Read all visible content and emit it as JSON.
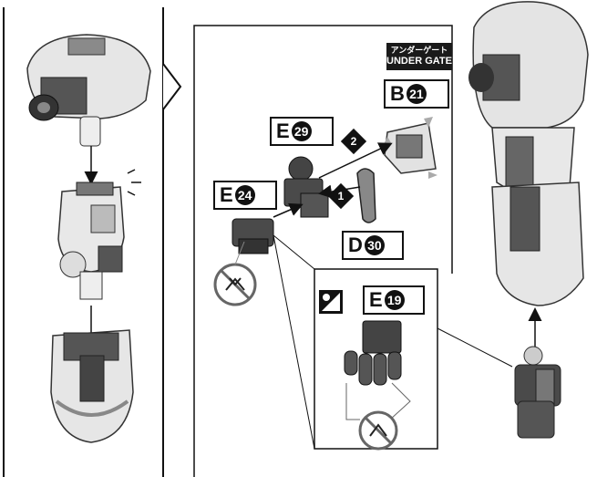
{
  "labels": {
    "under_gate_jp": "アンダーゲート",
    "under_gate_en": "UNDER GATE",
    "b21": {
      "letter": "B",
      "num": "21"
    },
    "e29": {
      "letter": "E",
      "num": "29"
    },
    "e24": {
      "letter": "E",
      "num": "24"
    },
    "d30": {
      "letter": "D",
      "num": "30"
    },
    "e19": {
      "letter": "E",
      "num": "19"
    },
    "step1": "1",
    "step2": "2"
  }
}
